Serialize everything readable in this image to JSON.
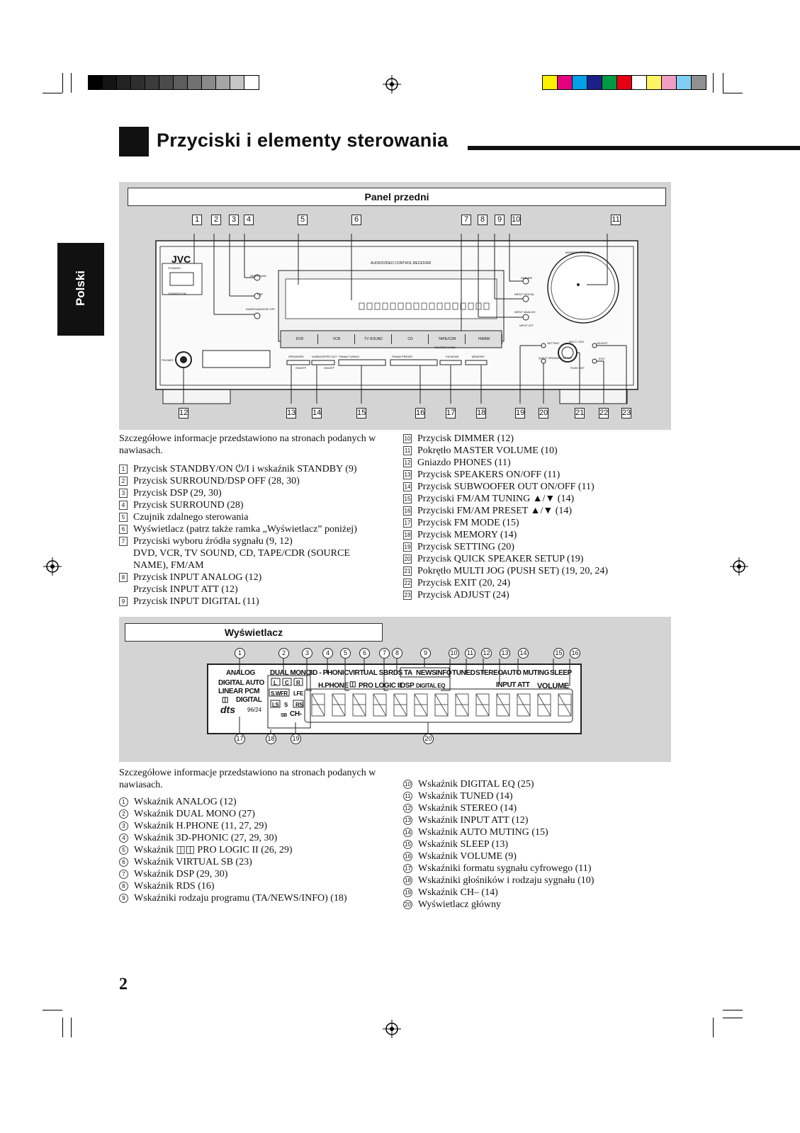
{
  "page": {
    "title": "Przyciski i elementy sterowania",
    "side_tab": "Polski",
    "page_number": "2"
  },
  "colors": {
    "grey_bars": [
      "#000000",
      "#141414",
      "#232323",
      "#2f2f2f",
      "#3c3c3c",
      "#4b4b4b",
      "#5d5d5d",
      "#717171",
      "#8a8a8a",
      "#a6a6a6",
      "#c6c6c6",
      "#ffffff"
    ],
    "color_bars": [
      "#ffef00",
      "#e4007f",
      "#00a0e9",
      "#1d2088",
      "#009944",
      "#e60012",
      "#ffffff",
      "#fff462",
      "#f19ec2",
      "#7fcef4",
      "#909090"
    ],
    "panel_bg": "#d4d4d4"
  },
  "front_panel": {
    "header": "Panel przedni",
    "top_callouts": [
      "1",
      "2",
      "3",
      "4",
      "5",
      "6",
      "7",
      "8",
      "9",
      "10",
      "11"
    ],
    "bottom_callouts": [
      "12",
      "13",
      "14",
      "15",
      "16",
      "17",
      "18",
      "19",
      "20",
      "21",
      "22",
      "23"
    ],
    "device": {
      "brand": "JVC",
      "model_text": "AUDIO/VIDEO CONTROL RECEIVER",
      "standby": "STANDBY",
      "standby_on": "STANDBY/ON",
      "surround": "SURROUND",
      "dsp": "DSP",
      "surround_dsp_off": "SURROUND/DSP OFF",
      "dimmer": "DIMMER",
      "input_digital": "INPUT DIGITAL",
      "input_analog": "INPUT ANALOG",
      "input_att": "INPUT ATT",
      "master_volume": "MASTER VOLUME",
      "phones": "PHONES",
      "sources": [
        "DVD",
        "VCR",
        "TV SOUND",
        "CD",
        "TAPE/CDR",
        "FM/AM"
      ],
      "source_name": "SOURCE NAME",
      "buttons": [
        "SPEAKERS",
        "SUBWOOFER OUT",
        "FM/AM TUNING",
        "FM/AM PRESET",
        "FM MODE",
        "MEMORY"
      ],
      "on_off": "ON/OFF",
      "setting": "SETTING",
      "quick_setup": "QUICK SPEAKER SETUP",
      "multi_jog": "MULTI JOG",
      "push_set": "PUSH SET",
      "adjust": "ADJUST",
      "exit": "EXIT"
    }
  },
  "front_intro": "Szczegółowe informacje przedstawiono na stronach podanych w nawiasach.",
  "front_list_left": [
    {
      "n": "1",
      "t": "Przycisk STANDBY/ON ⏻/I i wskaźnik STANDBY (9)"
    },
    {
      "n": "2",
      "t": "Przycisk SURROUND/DSP OFF (28, 30)"
    },
    {
      "n": "3",
      "t": "Przycisk DSP (29, 30)"
    },
    {
      "n": "4",
      "t": "Przycisk SURROUND (28)"
    },
    {
      "n": "5",
      "t": "Czujnik zdalnego sterowania"
    },
    {
      "n": "6",
      "t": "Wyświetlacz (patrz także ramka „Wyświetlacz” poniżej)"
    },
    {
      "n": "7",
      "t": "Przyciski wyboru źródła sygnału (9, 12)"
    },
    {
      "n": "",
      "t": "DVD, VCR, TV SOUND, CD, TAPE/CDR (SOURCE"
    },
    {
      "n": "",
      "t": "NAME), FM/AM"
    },
    {
      "n": "8",
      "t": "Przycisk INPUT ANALOG (12)"
    },
    {
      "n": "",
      "t": "Przycisk INPUT ATT (12)"
    },
    {
      "n": "9",
      "t": "Przycisk INPUT DIGITAL (11)"
    }
  ],
  "front_list_right": [
    {
      "n": "10",
      "t": "Przycisk DIMMER (12)"
    },
    {
      "n": "11",
      "t": "Pokrętło MASTER VOLUME (10)"
    },
    {
      "n": "12",
      "t": "Gniazdo PHONES (11)"
    },
    {
      "n": "13",
      "t": "Przycisk SPEAKERS ON/OFF (11)"
    },
    {
      "n": "14",
      "t": "Przycisk SUBWOOFER OUT ON/OFF (11)"
    },
    {
      "n": "15",
      "t": "Przyciski FM/AM TUNING ▲/▼ (14)"
    },
    {
      "n": "16",
      "t": "Przyciski FM/AM PRESET ▲/▼ (14)"
    },
    {
      "n": "17",
      "t": "Przycisk FM MODE (15)"
    },
    {
      "n": "18",
      "t": "Przycisk MEMORY (14)"
    },
    {
      "n": "19",
      "t": "Przycisk SETTING (20)"
    },
    {
      "n": "20",
      "t": "Przycisk QUICK SPEAKER SETUP (19)"
    },
    {
      "n": "21",
      "t": "Pokrętło MULTI JOG (PUSH SET) (19, 20, 24)"
    },
    {
      "n": "22",
      "t": "Przycisk EXIT (20, 24)"
    },
    {
      "n": "23",
      "t": "Przycisk ADJUST (24)"
    }
  ],
  "display_panel": {
    "header": "Wyświetlacz",
    "top_callouts": [
      "1",
      "2",
      "3",
      "4",
      "5",
      "6",
      "7",
      "8",
      "9",
      "10",
      "11",
      "12",
      "13",
      "14",
      "15",
      "16"
    ],
    "bottom_callouts": [
      "17",
      "18",
      "19",
      "20"
    ],
    "labels": {
      "analog": "ANALOG",
      "digital_auto": "DIGITAL AUTO",
      "linear_pcm": "LINEAR PCM",
      "digital": "DIGITAL",
      "dts": "dts",
      "dts_rate": "96/24",
      "dual_mono": "DUAL MONO",
      "ch_l": "L",
      "ch_c": "C",
      "ch_r": "R",
      "ch_swfr": "S.WFR",
      "ch_lfe": "LFE",
      "ch_ls": "LS",
      "ch_s": "S",
      "ch_rs": "RS",
      "ch_sb": "SB",
      "ch_minus": "CH-",
      "phonic": "3D - PHONIC",
      "hphone": "H.PHONE",
      "prologic": "PRO LOGIC II",
      "virtual_sb": "VIRTUAL SB",
      "dsp": "DSP",
      "digital_eq": "DIGITAL EQ",
      "rds": "RDS",
      "ta": "TA",
      "news": "NEWS",
      "info": "INFO",
      "tuned": "TUNED",
      "stereo": "STEREO",
      "input_att": "INPUT ATT",
      "auto_muting": "AUTO MUTING",
      "sleep": "SLEEP",
      "volume": "VOLUME"
    }
  },
  "display_intro": "Szczegółowe informacje przedstawiono na stronach podanych w nawiasach.",
  "display_list_left": [
    {
      "n": "1",
      "t": "Wskaźnik ANALOG (12)"
    },
    {
      "n": "2",
      "t": "Wskaźnik DUAL MONO (27)"
    },
    {
      "n": "3",
      "t": "Wskaźnik H.PHONE (11, 27, 29)"
    },
    {
      "n": "4",
      "t": "Wskaźnik 3D-PHONIC (27, 29, 30)"
    },
    {
      "n": "5",
      "t": "Wskaźnik ◫◫ PRO LOGIC II (26, 29)"
    },
    {
      "n": "6",
      "t": "Wskaźnik VIRTUAL SB (23)"
    },
    {
      "n": "7",
      "t": "Wskaźnik DSP (29, 30)"
    },
    {
      "n": "8",
      "t": "Wskaźnik RDS (16)"
    },
    {
      "n": "9",
      "t": "Wskaźniki rodzaju programu (TA/NEWS/INFO) (18)"
    }
  ],
  "display_list_right": [
    {
      "n": "10",
      "t": "Wskaźnik DIGITAL EQ (25)"
    },
    {
      "n": "11",
      "t": "Wskaźnik TUNED (14)"
    },
    {
      "n": "12",
      "t": "Wskaźnik STEREO (14)"
    },
    {
      "n": "13",
      "t": "Wskaźnik INPUT ATT (12)"
    },
    {
      "n": "14",
      "t": "Wskaźnik AUTO MUTING (15)"
    },
    {
      "n": "15",
      "t": "Wskaźnik SLEEP (13)"
    },
    {
      "n": "16",
      "t": "Wskaźnik VOLUME (9)"
    },
    {
      "n": "17",
      "t": "Wskaźniki formatu sygnału cyfrowego (11)"
    },
    {
      "n": "18",
      "t": "Wskaźniki głośników i rodzaju sygnału (10)"
    },
    {
      "n": "19",
      "t": "Wskaźnik CH– (14)"
    },
    {
      "n": "20",
      "t": "Wyświetlacz główny"
    }
  ]
}
